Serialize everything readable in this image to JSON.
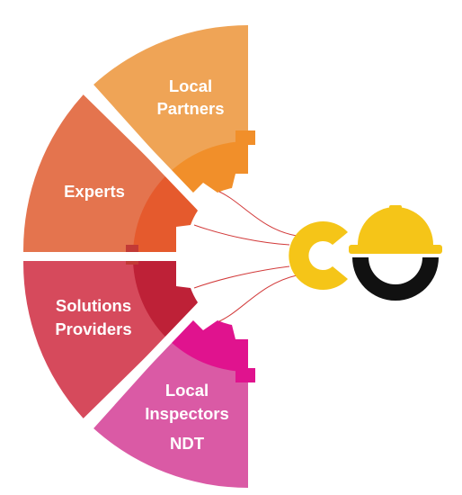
{
  "segments": [
    {
      "id": "local-partners",
      "lines": [
        "Local",
        "Partners"
      ],
      "color": "#EFA456",
      "inner_color": "#F18F2A"
    },
    {
      "id": "experts",
      "lines": [
        "Experts"
      ],
      "color": "#E4744E",
      "inner_color": "#E55A2D"
    },
    {
      "id": "solutions-providers",
      "lines": [
        "Solutions",
        "Providers"
      ],
      "color": "#D64A5C",
      "inner_color": "#BE2137"
    },
    {
      "id": "local-inspectors-ndt",
      "lines": [
        "Local",
        "Inspectors",
        "NDT"
      ],
      "color": "#DA5AA5",
      "inner_color": "#E0138E"
    }
  ],
  "logo": {
    "letter_color": "#F5C518",
    "base_color": "#111111",
    "helmet_color": "#F5C518",
    "icon": "hard-hat-icon"
  },
  "connector_color": "#D23A3A"
}
